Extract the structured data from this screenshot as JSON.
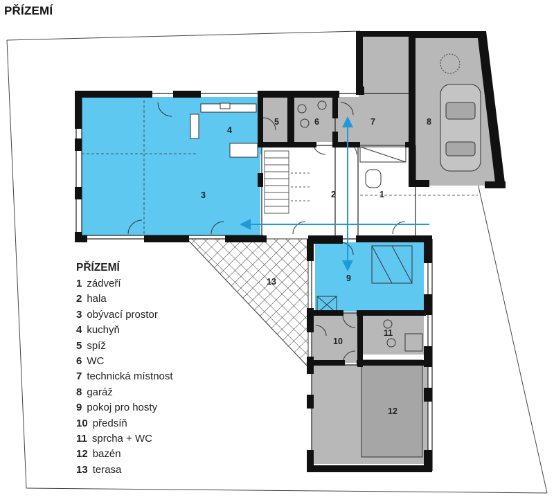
{
  "heading": "PŘÍZEMÍ",
  "legend": {
    "title": "PŘÍZEMÍ",
    "items": [
      {
        "num": "1",
        "name": "zádveří"
      },
      {
        "num": "2",
        "name": "hala"
      },
      {
        "num": "3",
        "name": "obývací prostor"
      },
      {
        "num": "4",
        "name": "kuchyň"
      },
      {
        "num": "5",
        "name": "spíž"
      },
      {
        "num": "6",
        "name": "WC"
      },
      {
        "num": "7",
        "name": "technická místnost"
      },
      {
        "num": "8",
        "name": "garáž"
      },
      {
        "num": "9",
        "name": "pokoj pro hosty"
      },
      {
        "num": "10",
        "name": "předsíň"
      },
      {
        "num": "11",
        "name": "sprcha + WC"
      },
      {
        "num": "12",
        "name": "bazén"
      },
      {
        "num": "13",
        "name": "terasa"
      }
    ]
  },
  "room_labels": {
    "r1": "1",
    "r2": "2",
    "r3": "3",
    "r4": "4",
    "r5": "5",
    "r6": "6",
    "r7": "7",
    "r8": "8",
    "r9": "9",
    "r10": "10",
    "r11": "11",
    "r12": "12",
    "r13": "13"
  },
  "colors": {
    "highlight": "#5ec8f0",
    "room_gray": "#b8b8b8",
    "wall": "#111111",
    "arrow": "#1e9ad6"
  }
}
